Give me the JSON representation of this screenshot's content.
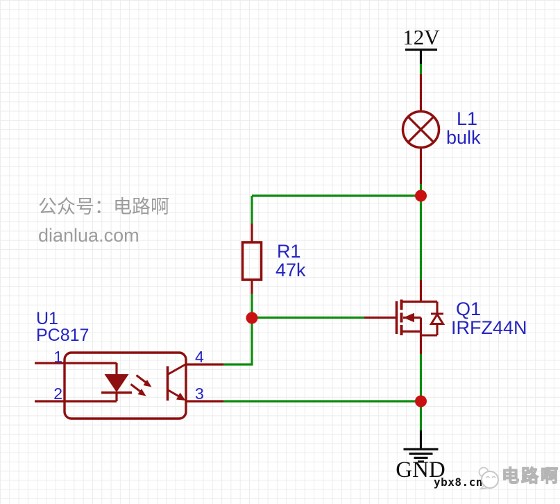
{
  "nets": {
    "vcc": "12V",
    "gnd": "GND"
  },
  "components": {
    "lamp": {
      "ref": "L1",
      "value": "bulk"
    },
    "resistor": {
      "ref": "R1",
      "value": "47k"
    },
    "mosfet": {
      "ref": "Q1",
      "value": "IRFZ44N"
    },
    "optocoupler": {
      "ref": "U1",
      "value": "PC817",
      "pins": {
        "anode": "1",
        "cathode": "2",
        "emitter": "3",
        "collector": "4"
      }
    }
  },
  "watermark": {
    "line1": "公众号：电路啊",
    "line2": "dianlua.com"
  },
  "footer": {
    "site": "ybx8.cn",
    "brand": "电路啊"
  },
  "colors": {
    "schematic_red": "#8e0f0f",
    "wire_green": "#0d8c0d",
    "junction_red": "#c91111",
    "label_blue": "#2424c0",
    "ink_black": "#0f0f0f",
    "watermark_gray": "#9c9c9c",
    "grid_gray": "#ececec",
    "brand_gray": "#b5b5b5"
  }
}
